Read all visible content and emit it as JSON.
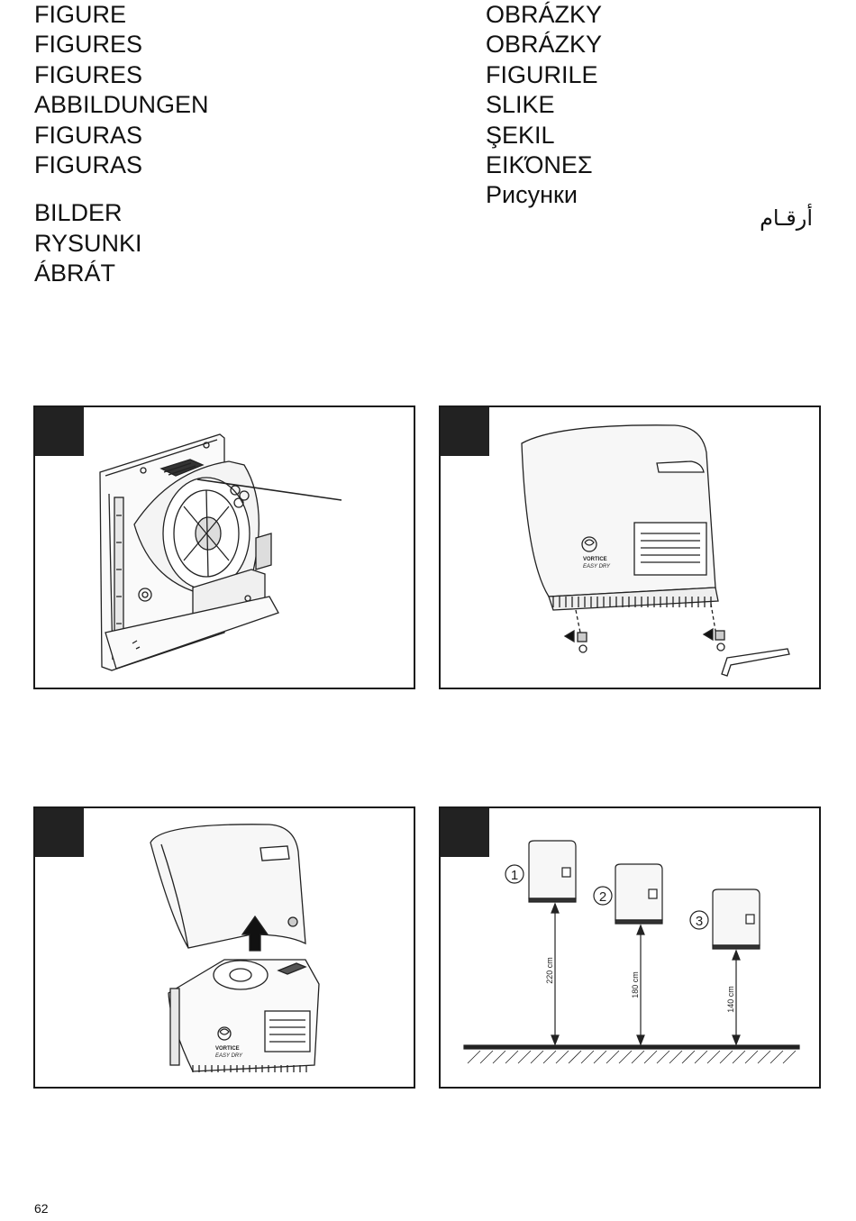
{
  "headings_left": [
    "FIGURE",
    "FIGURES",
    "FIGURES",
    "ABBILDUNGEN",
    "FIGURAS",
    "FIGURAS"
  ],
  "headings_left_2": [
    "BILDER",
    "RYSUNKI",
    "ÁBRÁT"
  ],
  "headings_right": [
    "OBRÁZKY",
    "OBRÁZKY",
    "FIGURILE",
    "SLIKE",
    "ŞEKIL",
    "ΕΙΚΌΝΕΣ",
    "Рисунки"
  ],
  "heading_arabic": "أرقـام",
  "figures": {
    "fig2": {
      "brand": "VORTICE",
      "model": "EASY DRY"
    },
    "fig3": {
      "brand": "VORTICE",
      "model": "EASY DRY"
    },
    "fig4": {
      "positions": [
        {
          "number": "1",
          "height": "220 cm"
        },
        {
          "number": "2",
          "height": "180 cm"
        },
        {
          "number": "3",
          "height": "140 cm"
        }
      ]
    }
  },
  "page_number": "62"
}
